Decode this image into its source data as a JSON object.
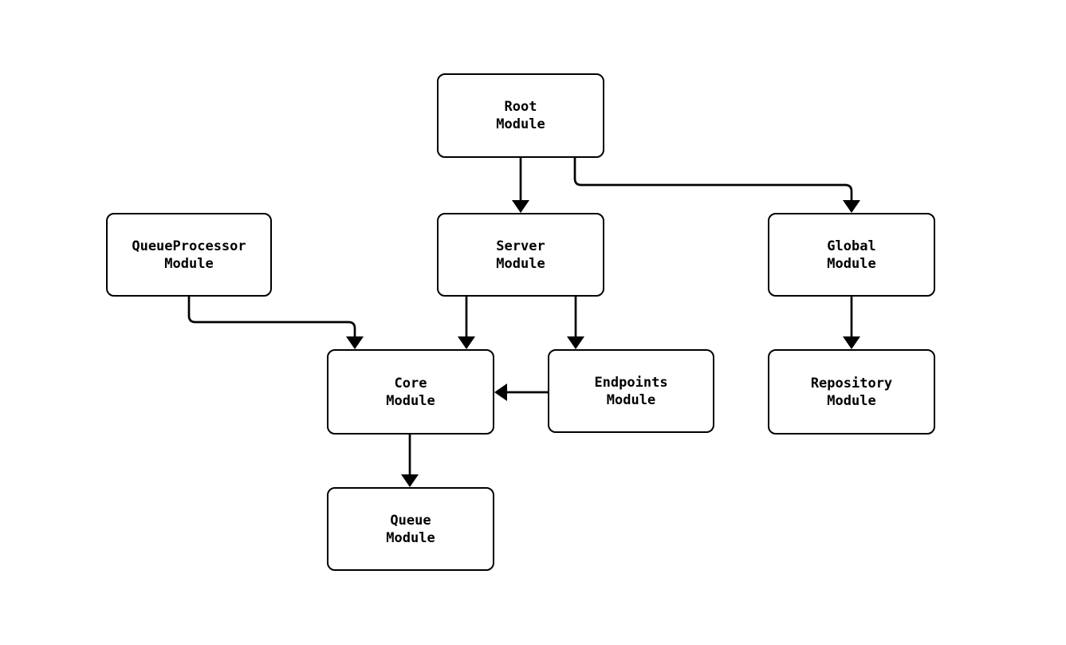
{
  "diagram": {
    "type": "flowchart",
    "orientation": "top-down",
    "background_color": "#ffffff",
    "node_fill_color": "#ffffff",
    "node_stroke_color": "#000000",
    "text_color": "#000000",
    "nodes": {
      "root": {
        "label": "Root\nModule"
      },
      "queueprocessor": {
        "label": "QueueProcessor\nModule"
      },
      "server": {
        "label": "Server\nModule"
      },
      "global": {
        "label": "Global\nModule"
      },
      "core": {
        "label": "Core\nModule"
      },
      "endpoints": {
        "label": "Endpoints\nModule"
      },
      "repository": {
        "label": "Repository\nModule"
      },
      "queue": {
        "label": "Queue\nModule"
      }
    },
    "edges": [
      {
        "from": "Root Module",
        "to": "Server Module"
      },
      {
        "from": "Root Module",
        "to": "Global Module"
      },
      {
        "from": "QueueProcessor Module",
        "to": "Core Module"
      },
      {
        "from": "Server Module",
        "to": "Core Module"
      },
      {
        "from": "Server Module",
        "to": "Endpoints Module"
      },
      {
        "from": "Endpoints Module",
        "to": "Core Module"
      },
      {
        "from": "Global Module",
        "to": "Repository Module"
      },
      {
        "from": "Core Module",
        "to": "Queue Module"
      }
    ]
  }
}
